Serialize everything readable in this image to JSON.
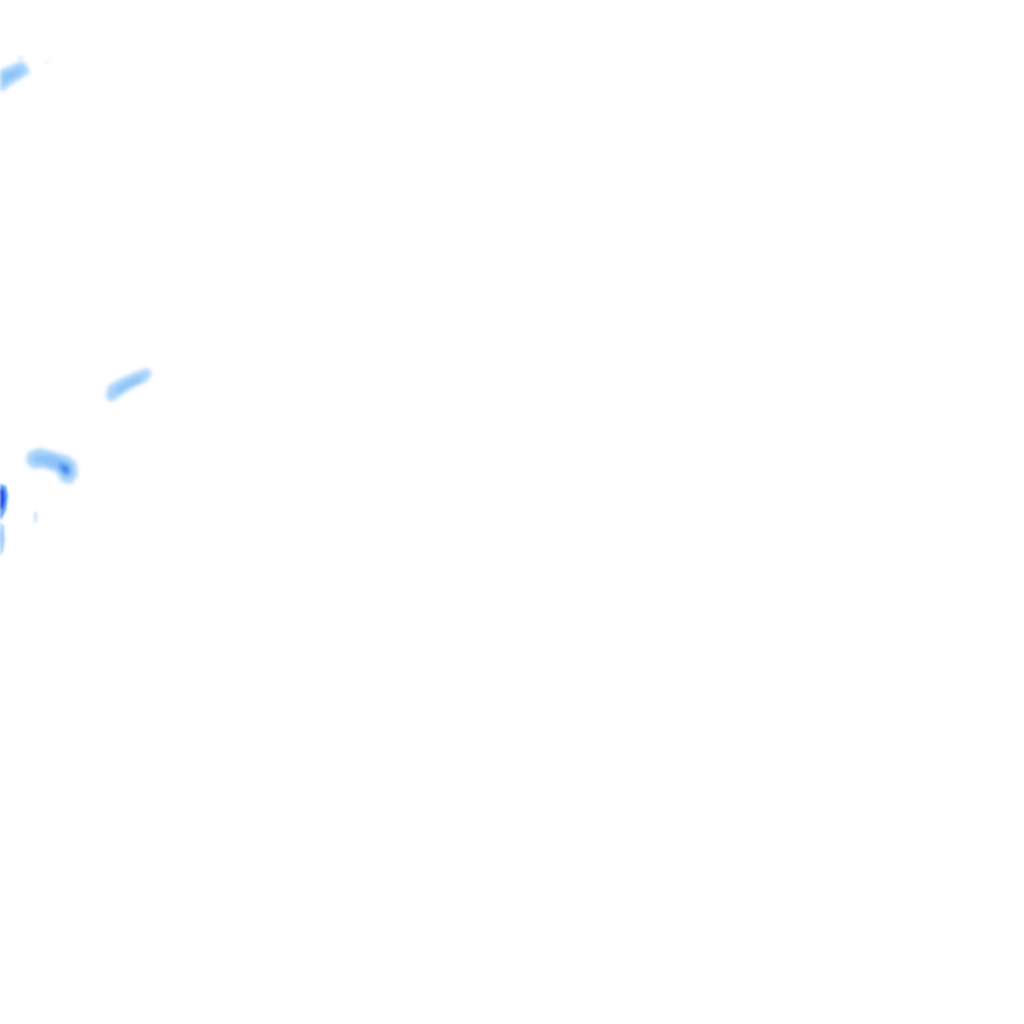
{
  "layer": {
    "kind": "precipitation radar overlay",
    "background_color": "#ffffff",
    "colors": {
      "light": "#a9d4fb",
      "light_mid": "#8cc2f7",
      "medium": "#5aa2f2",
      "strong": "#2f6df0",
      "heavy": "#1f45e8"
    },
    "echoes": [
      {
        "id": "echo-top-left",
        "intensity": "light"
      },
      {
        "id": "echo-mid-streak",
        "intensity": "light"
      },
      {
        "id": "echo-cluster-left",
        "intensity": "medium"
      },
      {
        "id": "echo-edge-left",
        "intensity": "strong"
      },
      {
        "id": "echo-speck",
        "intensity": "light"
      }
    ]
  }
}
